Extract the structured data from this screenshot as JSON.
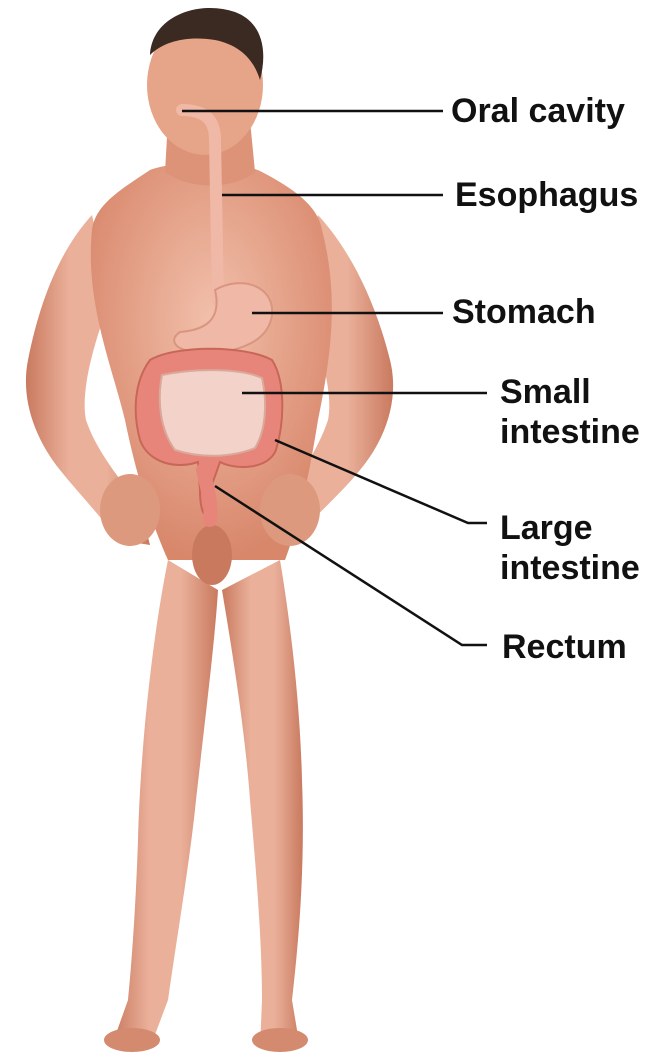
{
  "labels": {
    "oral_cavity": "Oral cavity",
    "esophagus": "Esophagus",
    "stomach": "Stomach",
    "small_intestine": [
      "Small",
      "intestine"
    ],
    "large_intestine": [
      "Large",
      "intestine"
    ],
    "rectum": "Rectum"
  },
  "colors": {
    "skin": "#e8a083",
    "skin_shadow": "#c97a5f",
    "hair": "#3a2a22",
    "digestive": "#f0b8a6",
    "colon": "#e8857a",
    "small_intestine": "#f3d3c9",
    "leader_line": "#111111"
  }
}
